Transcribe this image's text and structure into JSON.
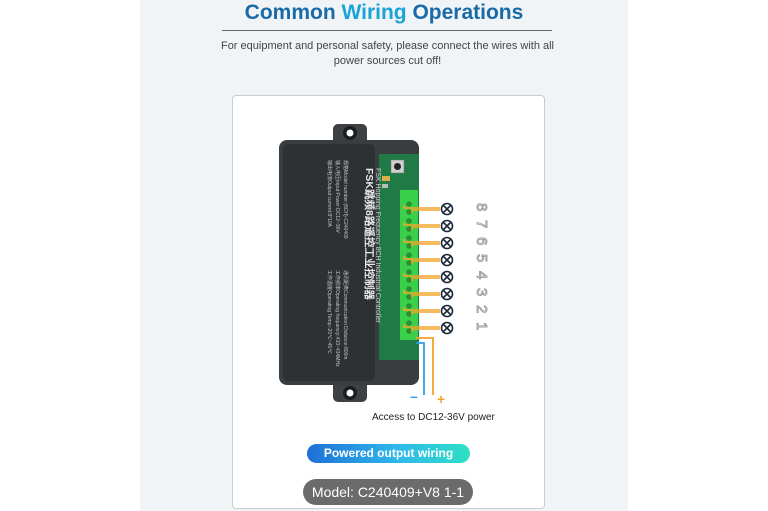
{
  "header": {
    "title_part1": "Common ",
    "title_part2": "Wiring",
    "title_part3": " Operations",
    "notice": "For equipment and personal safety, please connect the wires with all power sources cut off!"
  },
  "device": {
    "cn_label": "FSK跳频8路遥控工业控制器",
    "en_label": "FSK Hopping Frequency 8CH Industrial Controller",
    "spec_lines": [
      "规格Model number:(8CH)-C240409",
      "输入电压Input Power:DC12~36V",
      "输出电流Output current:8*10A",
      "通讯距离Communication Distance:800m",
      "工作频率Operating frequency:433~434MHz",
      "工作温度Operating Temp:-20℃~45℃"
    ],
    "terminals": [
      "8",
      "7",
      "6",
      "5",
      "4",
      "3",
      "2",
      "1"
    ],
    "minus_symbol": "–",
    "plus_symbol": "+"
  },
  "caption": {
    "access": "Access to DC12-36V power"
  },
  "badge": {
    "label": "Powered output wiring"
  },
  "model": {
    "label": "Model: C240409+V8 1-1"
  },
  "colors": {
    "title": "#1a6aa8",
    "title_accent": "#1aa3d6",
    "wire_orange": "#f3a32a",
    "wire_blue": "#2f9fe0",
    "terminal_green": "#3bd04a",
    "enclosure": "#3a3d40"
  }
}
